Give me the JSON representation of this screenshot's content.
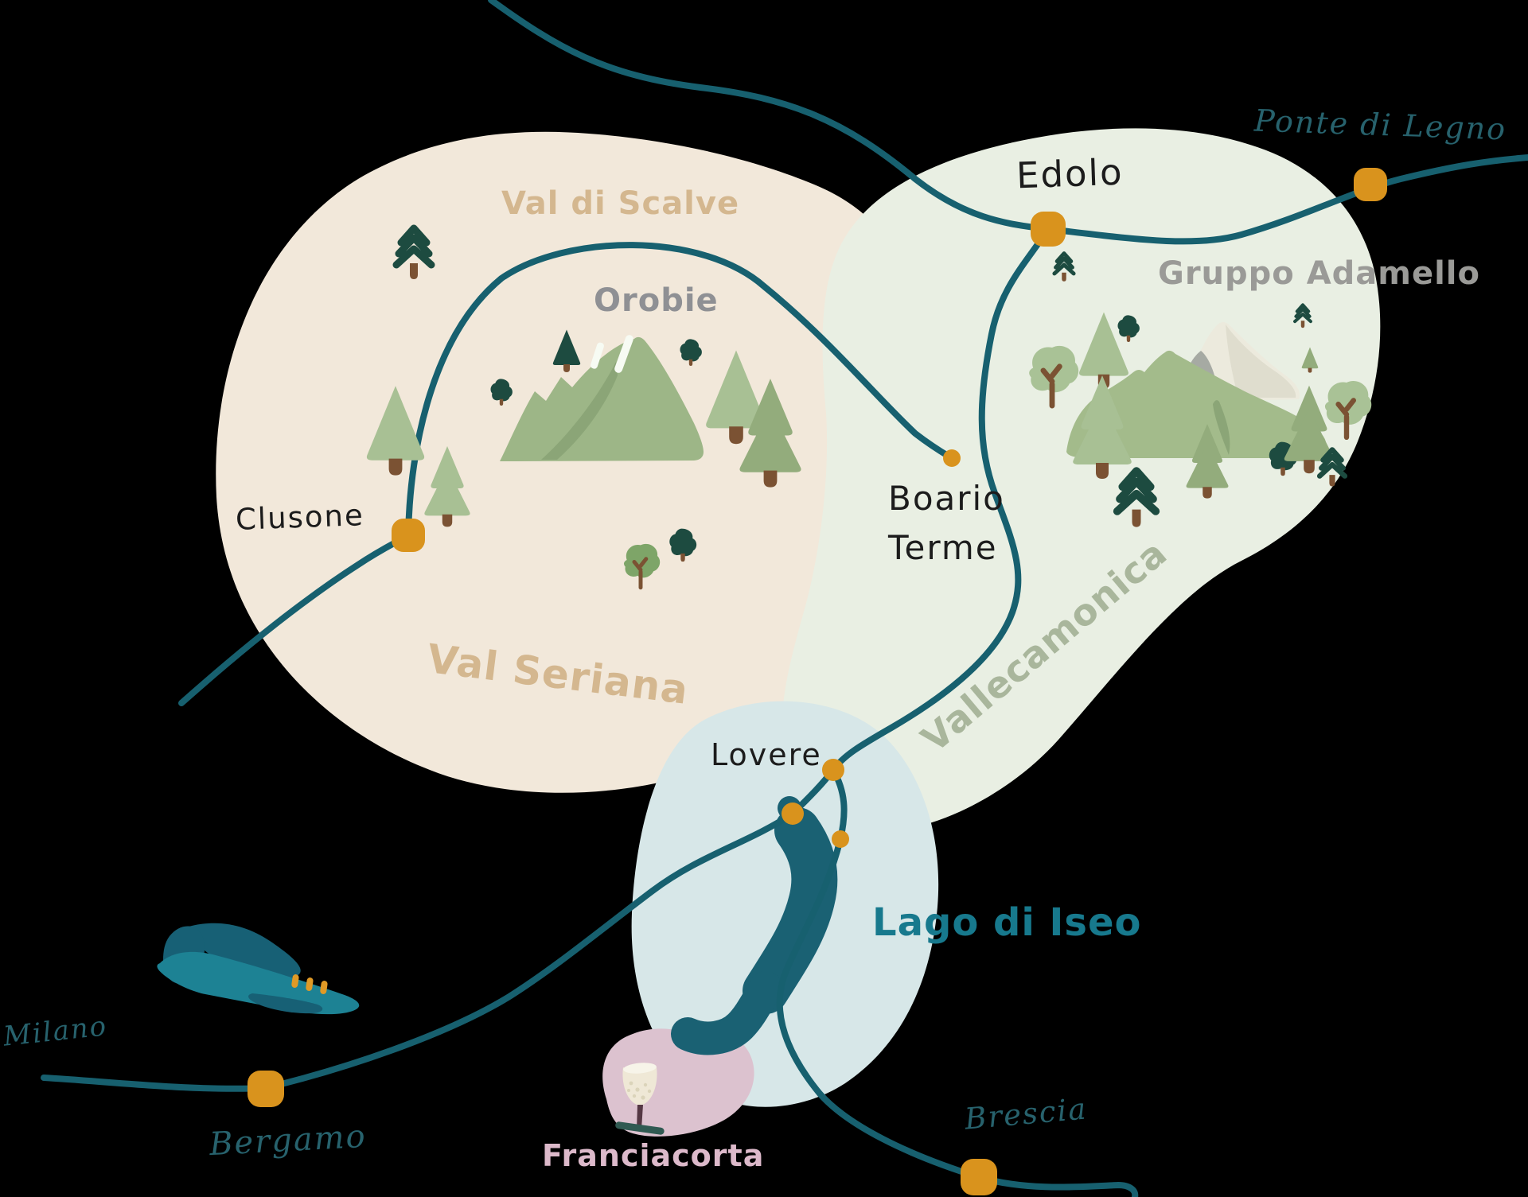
{
  "background_color": "#000000",
  "regions": {
    "val_di_scalve": {
      "label": "Val di Scalve",
      "label_color": "#d4b78f",
      "fill": "#f2e8da"
    },
    "val_seriana": {
      "label": "Val Seriana",
      "label_color": "#d4b78f",
      "fill": "#f2e8da"
    },
    "vallecamonica": {
      "label": "Vallecamonica",
      "label_color": "#a9b69c",
      "fill": "#e9efe3"
    },
    "lago_di_iseo": {
      "label": "Lago di Iseo",
      "label_color": "#17798d",
      "fill": "#d7e7e8",
      "water_color": "#1a6173"
    },
    "franciacorta": {
      "label": "Franciacorta",
      "label_color": "#dcb9ca",
      "fill": "#dcc2cf"
    }
  },
  "mountain_ranges": {
    "orobie": {
      "label": "Orobie",
      "label_color": "#8f9094"
    },
    "gruppo_adamello": {
      "label": "Gruppo Adamello",
      "label_color": "#9a9a97"
    }
  },
  "towns": {
    "edolo": {
      "label": "Edolo"
    },
    "ponte_di_legno": {
      "label": "Ponte di Legno"
    },
    "clusone": {
      "label": "Clusone"
    },
    "boario_terme": {
      "label_line1": "Boario",
      "label_line2": "Terme"
    },
    "lovere": {
      "label": "Lovere"
    },
    "milano": {
      "label": "Milano"
    },
    "bergamo": {
      "label": "Bergamo"
    },
    "brescia": {
      "label": "Brescia"
    }
  },
  "colors": {
    "road": "#17606f",
    "town_marker": "#d9931d",
    "handwritten_text": "#1c1c1c",
    "script_text": "#27626d",
    "pine_light": "#a8c094",
    "pine_mid": "#93ac7c",
    "tree_dark": "#1d4b40",
    "trunk": "#7b5233",
    "mountain_green": "#9db687",
    "snow": "#eceadd"
  },
  "icons": {
    "airplane": "airplane-icon",
    "wine_glass": "wine-glass-icon",
    "pine_tree": "pine-tree-icon",
    "deciduous_tree": "deciduous-tree-icon",
    "chevron_pine": "chevron-pine-icon",
    "round_tree": "round-tree-icon",
    "mountain": "mountain-icon",
    "town_marker": "town-marker-dot"
  }
}
